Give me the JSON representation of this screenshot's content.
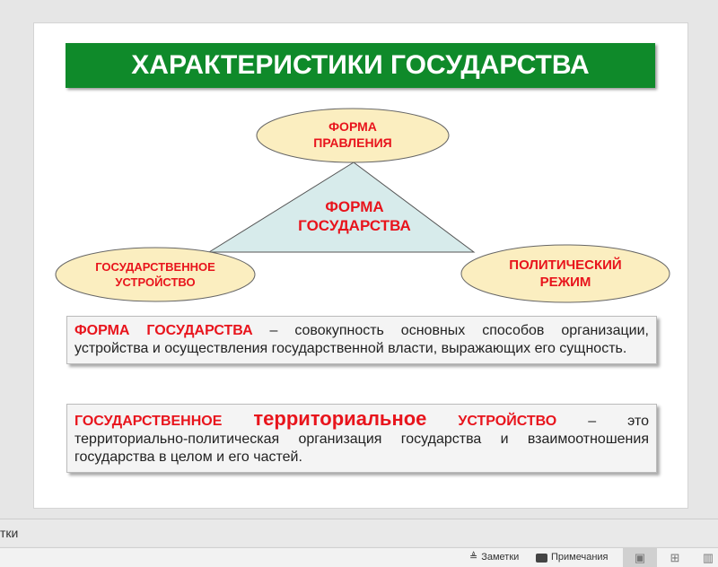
{
  "slide": {
    "title": "ХАРАКТЕРИСТИКИ ГОСУДАРСТВА",
    "center": [
      "ФОРМА",
      "ГОСУДАРСТВА"
    ],
    "top": [
      "ФОРМА",
      "ПРАВЛЕНИЯ"
    ],
    "left": [
      "ГОСУДАРСТВЕННОЕ",
      "УСТРОЙСТВО"
    ],
    "right": [
      "ПОЛИТИЧЕСКИЙ",
      "РЕЖИМ"
    ],
    "def1_term": "ФОРМА ГОСУДАРСТВА",
    "def1_text": " – совокупность основных способов организации, устройства и осуществления государственной власти, выражающих его сущность.",
    "def2_term1": "ГОСУДАРСТВЕННОЕ ",
    "def2_term2": "территориальное",
    "def2_term3": " УСТРОЙСТВО",
    "def2_text": " – это территориально-политическая организация государства и взаимоотношения государства в целом и его частей."
  },
  "notes": {
    "placeholder": "тки"
  },
  "status": {
    "notes": "Заметки",
    "comments": "Примечания"
  }
}
